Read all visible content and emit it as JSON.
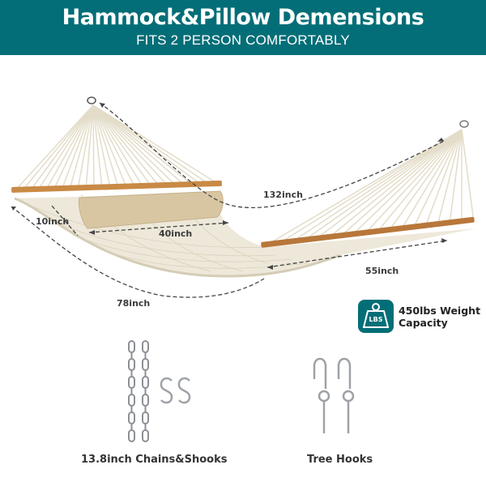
{
  "header": {
    "title": "Hammock&Pillow Demensions",
    "subtitle": "FITS 2 PERSON COMFORTABLY"
  },
  "dimensions": {
    "total_length": "132inch",
    "bed_length": "78inch",
    "bed_width": "55inch",
    "pillow_length": "40inch",
    "pillow_width": "10inch"
  },
  "capacity": {
    "icon": "weight-lbs-icon",
    "icon_label": "LBS",
    "line1": "450lbs Weight",
    "line2": "Capacity"
  },
  "accessories": [
    {
      "name": "chains-and-s-hooks",
      "label": "13.8inch Chains&Shooks"
    },
    {
      "name": "tree-hooks",
      "label": "Tree Hooks"
    }
  ],
  "colors": {
    "brand_teal": "#036e77",
    "rope": "#e8e1cf",
    "wood": "#c98a45",
    "pillow": "#d8c6a3"
  }
}
